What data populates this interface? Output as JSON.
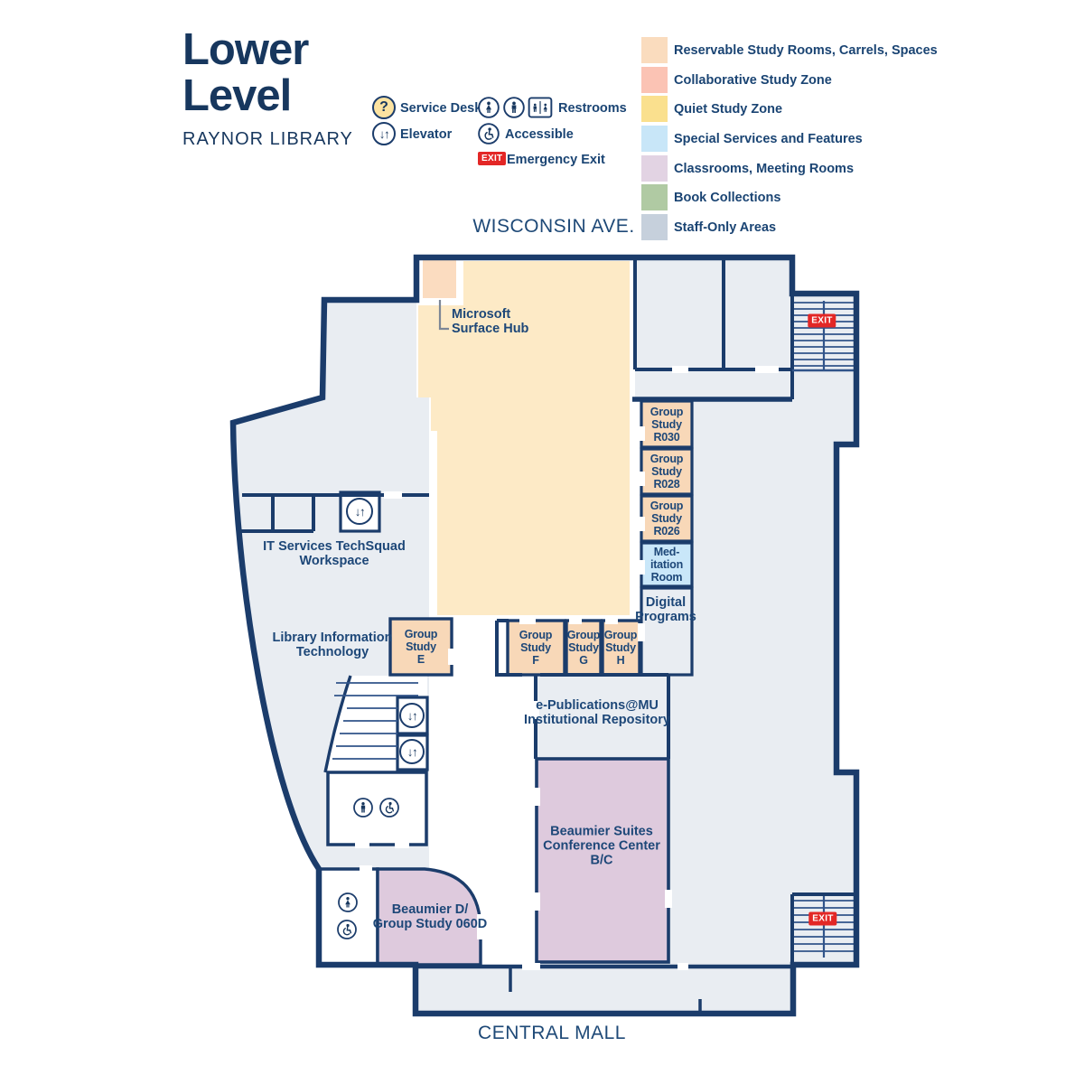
{
  "header": {
    "title": "Lower\nLevel",
    "subtitle": "RAYNOR LIBRARY"
  },
  "icon_legend": {
    "service_desk": {
      "glyph": "?",
      "label": "Service Desk"
    },
    "elevator": {
      "glyph": "↓↑",
      "label": "Elevator"
    },
    "restrooms": {
      "label": "Restrooms"
    },
    "accessible": {
      "label": "Accessible"
    },
    "emergency_exit": {
      "badge": "EXIT",
      "label": "Emergency Exit"
    }
  },
  "color_legend": [
    {
      "label": "Reservable Study Rooms, Carrels, Spaces",
      "color": "#FADCBE"
    },
    {
      "label": "Collaborative Study Zone",
      "color": "#FBC3B4"
    },
    {
      "label": "Quiet Study Zone",
      "color": "#FAE08E"
    },
    {
      "label": "Special Services and Features",
      "color": "#C8E6F8"
    },
    {
      "label": "Classrooms, Meeting Rooms",
      "color": "#E2D3E3"
    },
    {
      "label": "Book Collections",
      "color": "#B0CAA3"
    },
    {
      "label": "Staff-Only Areas",
      "color": "#C6D0DC"
    }
  ],
  "map": {
    "street_top": "WISCONSIN AVE.",
    "street_bottom": "CENTRAL MALL",
    "exit_badge": "EXIT",
    "elevator_glyph": "↓↑",
    "colors": {
      "wall_navy": "#1B3C6B",
      "staff_gray": "#E9EDF2",
      "quiet_yellow": "#FDEAC6",
      "reservable_peach": "#F8D8B8",
      "special_blue": "#C9E7F9",
      "classroom_lavender": "#DECADD"
    },
    "rooms": {
      "microsoft_surface_hub": "Microsoft\nSurface Hub",
      "it_services": "IT Services TechSquad\nWorkspace",
      "library_it": "Library Information\nTechnology",
      "group_study_e": "Group\nStudy\nE",
      "group_study_f": "Group\nStudy\nF",
      "group_study_g": "Group\nStudy\nG",
      "group_study_h": "Group\nStudy\nH",
      "group_study_r030": "Group\nStudy\nR030",
      "group_study_r028": "Group\nStudy\nR028",
      "group_study_r026": "Group\nStudy\nR026",
      "meditation_room": "Med-\nitation\nRoom",
      "digital_programs": "Digital\nPrograms",
      "epublications": "e-Publications@MU\nInstitutional Repository",
      "beaumier_suites": "Beaumier Suites\nConference Center\nB/C",
      "beaumier_d": "Beaumier D/\nGroup Study 060D"
    }
  }
}
